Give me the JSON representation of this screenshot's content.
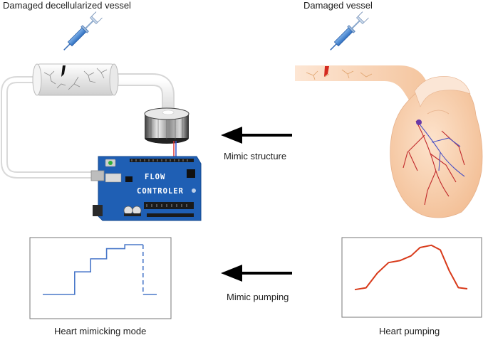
{
  "labels": {
    "left_vessel": "Damaged decellularized vessel",
    "right_vessel": "Damaged vessel",
    "mimic_structure": "Mimic structure",
    "mimic_pumping": "Mimic pumping",
    "left_mode": "Heart mimicking mode",
    "right_mode": "Heart pumping"
  },
  "board": {
    "line1": "FLOW",
    "line2": "CONTROLER"
  },
  "colors": {
    "step_trace": "#4a78c9",
    "pump_trace": "#d83a1a",
    "board": "#1f5fb4",
    "arrow": "#000000",
    "heart": "#f7d2b0",
    "vessel_grey": "#e0e0e0"
  },
  "traces": {
    "step_mode": [
      {
        "t": 0,
        "level": 0.05
      },
      {
        "t": 0.28,
        "level": 0.05
      },
      {
        "t": 0.28,
        "level": 0.45
      },
      {
        "t": 0.42,
        "level": 0.45
      },
      {
        "t": 0.42,
        "level": 0.68
      },
      {
        "t": 0.56,
        "level": 0.68
      },
      {
        "t": 0.56,
        "level": 0.86
      },
      {
        "t": 0.72,
        "level": 0.86
      },
      {
        "t": 0.72,
        "level": 0.93
      },
      {
        "t": 0.88,
        "level": 0.93
      },
      {
        "t": 0.88,
        "level": 0.05,
        "dashed": true
      },
      {
        "t": 1.0,
        "level": 0.05
      }
    ],
    "pump_curve": [
      {
        "t": 0,
        "level": 0.08
      },
      {
        "t": 0.1,
        "level": 0.1
      },
      {
        "t": 0.2,
        "level": 0.42
      },
      {
        "t": 0.3,
        "level": 0.62
      },
      {
        "t": 0.4,
        "level": 0.68
      },
      {
        "t": 0.5,
        "level": 0.76
      },
      {
        "t": 0.58,
        "level": 0.95
      },
      {
        "t": 0.68,
        "level": 0.98
      },
      {
        "t": 0.76,
        "level": 0.9
      },
      {
        "t": 0.84,
        "level": 0.45
      },
      {
        "t": 0.92,
        "level": 0.12
      },
      {
        "t": 1.0,
        "level": 0.08
      }
    ]
  }
}
